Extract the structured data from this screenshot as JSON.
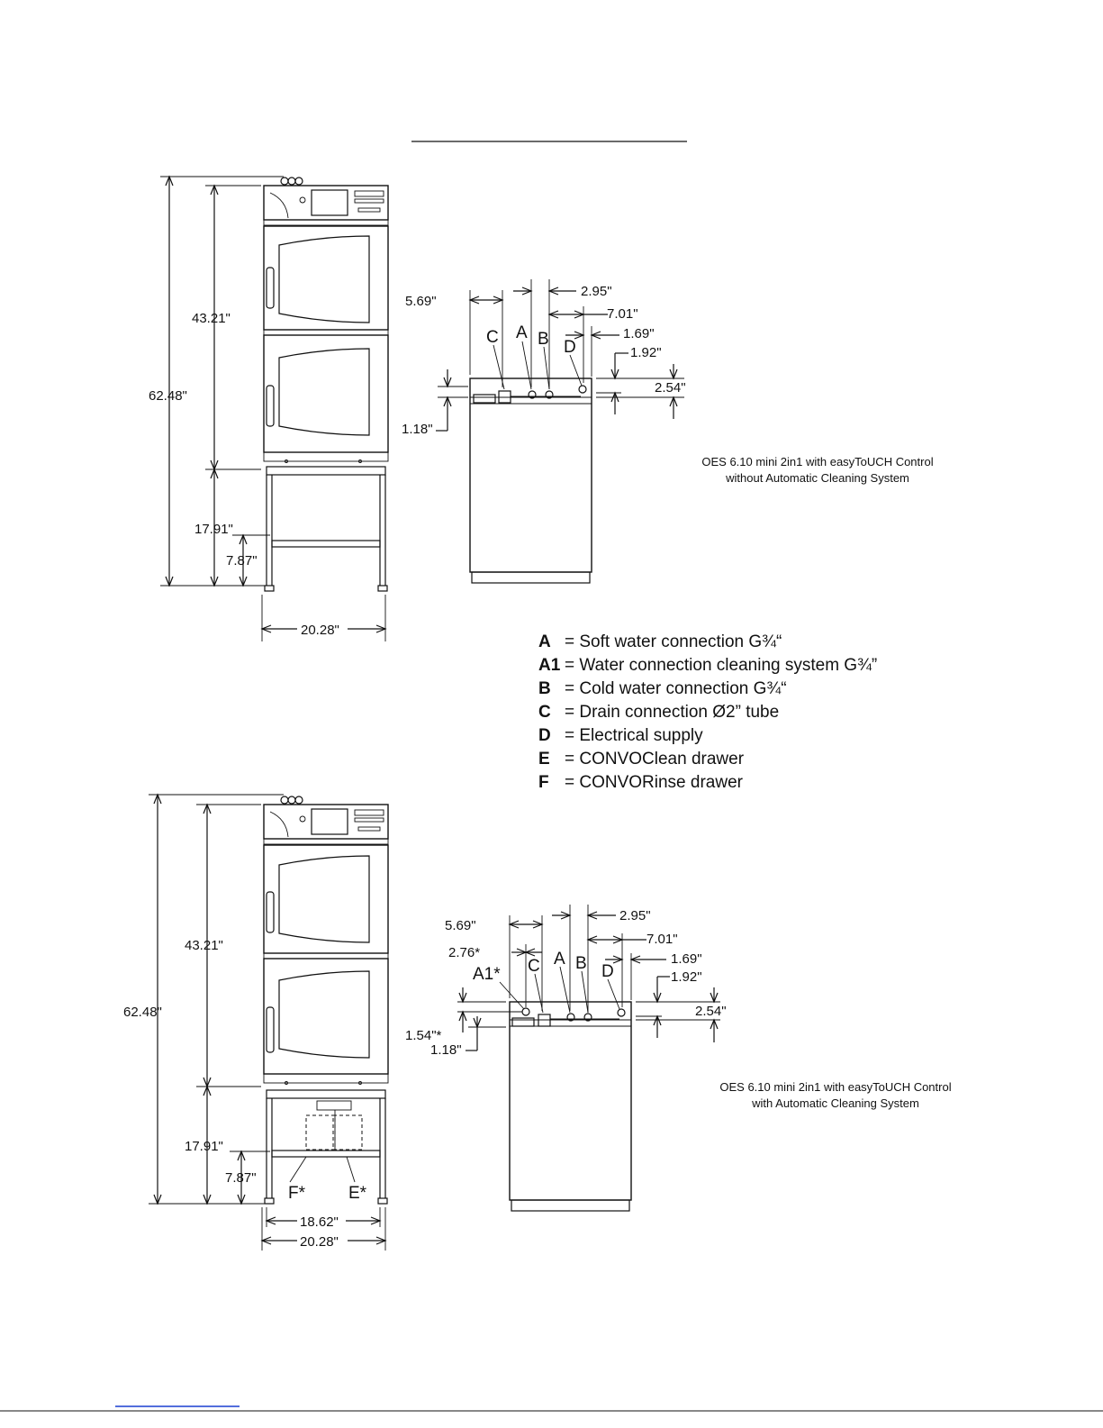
{
  "diagram1": {
    "caption_line1": "OES 6.10 mini 2in1 with easyToUCH Control",
    "caption_line2": "without Automatic Cleaning System",
    "front": {
      "total_height": "62.48\"",
      "oven_height": "43.21\"",
      "stand_height": "17.91\"",
      "shelf_height": "7.87\"",
      "width": "20.28\""
    },
    "side": {
      "d_569": "5.69\"",
      "d_295": "2.95\"",
      "d_701": "7.01\"",
      "d_169": "1.69\"",
      "d_192": "1.92\"",
      "d_254": "2.54\"",
      "d_118": "1.18\""
    },
    "letters": {
      "C": "C",
      "A": "A",
      "B": "B",
      "D": "D"
    }
  },
  "legend": [
    {
      "key": "A",
      "text": "= Soft water connection G¾“"
    },
    {
      "key": "A1",
      "text": "= Water connection cleaning system G¾”"
    },
    {
      "key": "B",
      "text": "= Cold water connection G¾“"
    },
    {
      "key": "C",
      "text": "= Drain connection Ø2” tube"
    },
    {
      "key": "D",
      "text": "= Electrical supply"
    },
    {
      "key": "E",
      "text": "= CONVOClean drawer"
    },
    {
      "key": "F",
      "text": "= CONVORinse drawer"
    }
  ],
  "diagram2": {
    "caption_line1": "OES 6.10 mini 2in1 with easyToUCH Control",
    "caption_line2": "with Automatic Cleaning System",
    "front": {
      "total_height": "62.48\"",
      "oven_height": "43.21\"",
      "stand_height": "17.91\"",
      "shelf_height": "7.87\"",
      "inner_width": "18.62\"",
      "width": "20.28\"",
      "drawer_f": "F*",
      "drawer_e": "E*"
    },
    "side": {
      "d_569": "5.69\"",
      "d_276": "2.76*",
      "d_295": "2.95\"",
      "d_701": "7.01\"",
      "d_169": "1.69\"",
      "d_192": "1.92\"",
      "d_254": "2.54\"",
      "d_154": "1.54\"*",
      "d_118": "1.18\""
    },
    "letters": {
      "A1": "A1*",
      "C": "C",
      "A": "A",
      "B": "B",
      "D": "D"
    }
  }
}
